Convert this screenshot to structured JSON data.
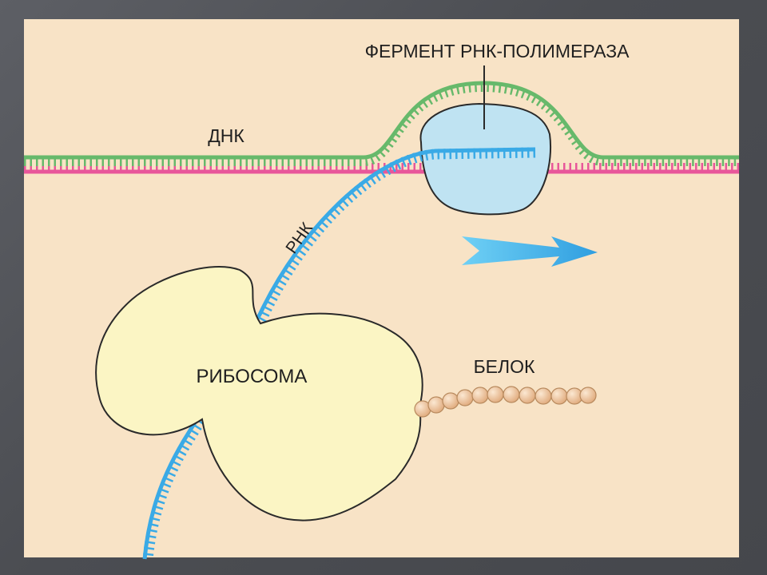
{
  "labels": {
    "enzyme": "ФЕРМЕНТ РНК-ПОЛИМЕРАЗА",
    "dna": "ДНК",
    "rna": "РНК",
    "ribosome": "РИБОСОМА",
    "protein": "БЕЛОК"
  },
  "colors": {
    "panel": "#f8e3c6",
    "dna_template": "#e8579a",
    "dna_coding": "#67b96b",
    "rna": "#3aaae6",
    "polymerase": "#bfe3f2",
    "ribosome": "#fbf5c4",
    "protein_bead": "#f1c8a0",
    "arrow": "#35a8e3"
  }
}
